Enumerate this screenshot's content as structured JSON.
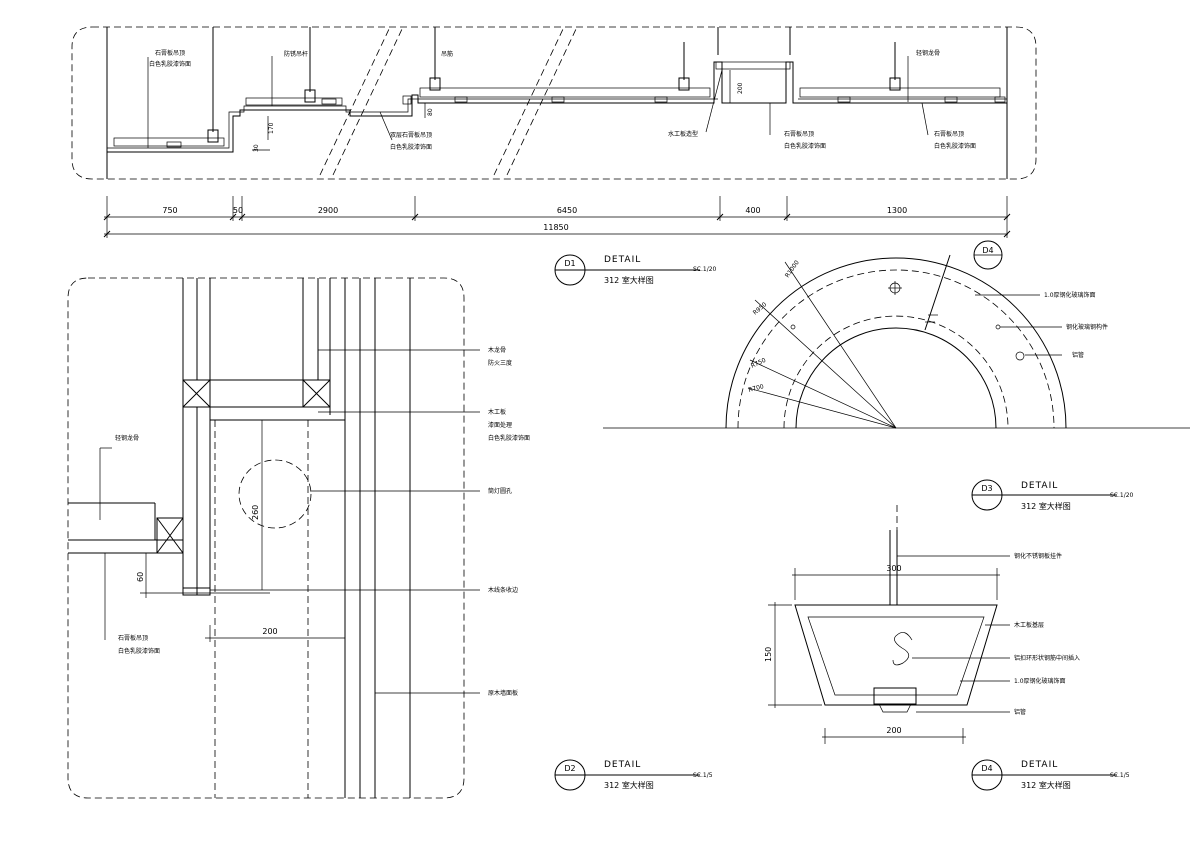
{
  "top_section": {
    "annotations": [
      "石膏板吊顶",
      "白色乳胶漆饰面",
      "防锈吊杆",
      "吊筋",
      "水工板造型",
      "石膏板吊顶",
      "白色乳胶漆饰面",
      "轻钢龙骨",
      "石膏板吊顶",
      "白色乳胶漆饰面",
      "双层石膏板吊顶",
      "白色乳胶漆饰面"
    ],
    "small_dims": [
      "170",
      "30",
      "80",
      "200"
    ],
    "dims": [
      "750",
      "50",
      "2900",
      "6450",
      "400",
      "1300"
    ],
    "total_dim": "11850"
  },
  "details": [
    {
      "id": "D1",
      "word": "DETAIL",
      "subtitle": "312 室大样图",
      "scale": "SC.1/20"
    },
    {
      "id": "D3",
      "word": "DETAIL",
      "subtitle": "312 室大样图",
      "scale": "SC.1/20"
    },
    {
      "id": "D2",
      "word": "DETAIL",
      "subtitle": "312 室大样图",
      "scale": "SC.1/5"
    },
    {
      "id": "D4",
      "word": "DETAIL",
      "subtitle": "312 室大样图",
      "scale": "SC.1/5"
    }
  ],
  "d2_section": {
    "annotations": [
      "木龙骨",
      "防火三度",
      "木工板",
      "漆面处理",
      "白色乳胶漆饰面",
      "筒灯圆孔",
      "木线条收边",
      "石膏板吊顶",
      "白色乳胶漆饰面",
      "轻钢龙骨",
      "原木墙面板"
    ],
    "dims": [
      "260",
      "60",
      "200"
    ]
  },
  "d3_arc": {
    "tag": "D4",
    "radii": [
      "R1000",
      "R950",
      "R750",
      "R700"
    ],
    "annotations": [
      "1.0厚钢化玻璃饰面",
      "钢化玻璃钢构件",
      "铝管"
    ]
  },
  "d4_section": {
    "annotations": [
      "钢化不锈钢板挂件",
      "木工板基层",
      "铝扣环形状钢筋中间插入",
      "1.0厚钢化玻璃饰面",
      "铝管"
    ],
    "dims": [
      "300",
      "150",
      "200"
    ]
  }
}
